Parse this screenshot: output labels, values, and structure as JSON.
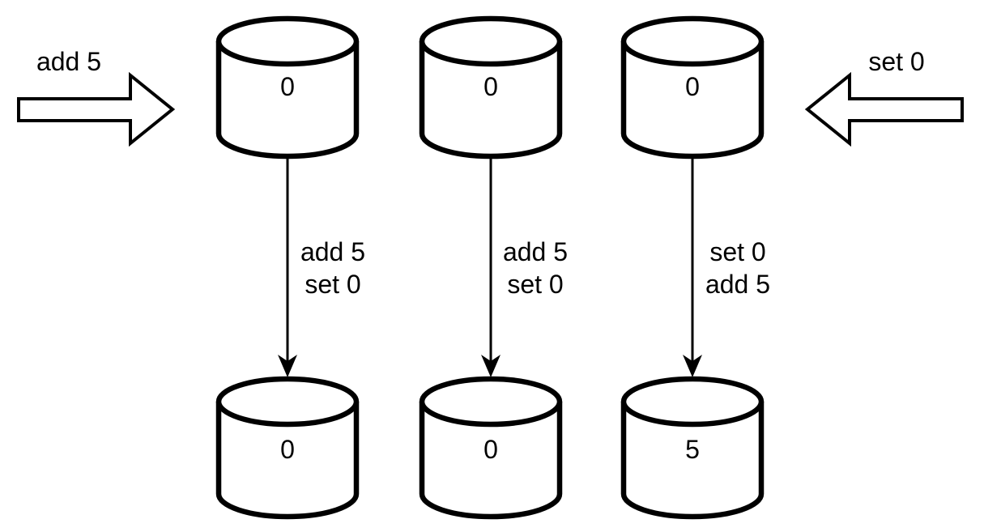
{
  "colors": {
    "background": "#ffffff",
    "ink": "#000000"
  },
  "incoming": {
    "left": {
      "label": "add 5",
      "direction": "right"
    },
    "right": {
      "label": "set 0",
      "direction": "left"
    }
  },
  "replicas": [
    {
      "initial_value": "0",
      "ops": [
        "add 5",
        "set 0"
      ],
      "final_value": "0"
    },
    {
      "initial_value": "0",
      "ops": [
        "add 5",
        "set 0"
      ],
      "final_value": "0"
    },
    {
      "initial_value": "0",
      "ops": [
        "set 0",
        "add 5"
      ],
      "final_value": "5"
    }
  ]
}
